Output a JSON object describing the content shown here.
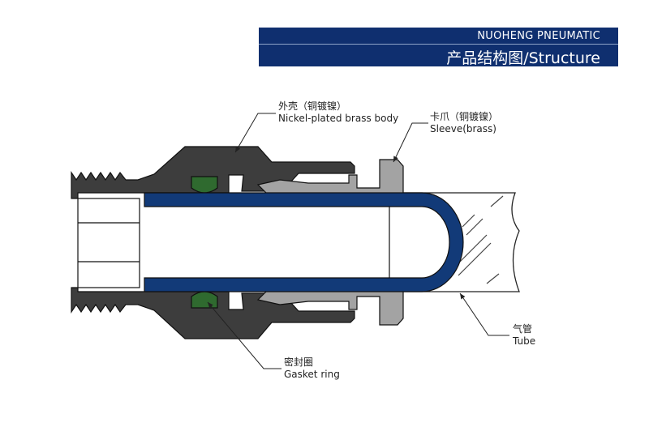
{
  "header": {
    "brand": "NUOHENG PNEUMATIC",
    "title": "产品结构图/Structure"
  },
  "labels": {
    "body": {
      "cn": "外壳（铜镀镍）",
      "en": "Nickel-plated brass body"
    },
    "sleeve": {
      "cn": "卡爪（铜镀镍）",
      "en": "Sleeve(brass)"
    },
    "tube": {
      "cn": "气管",
      "en": "Tube"
    },
    "gasket": {
      "cn": "密封圈",
      "en": "Gasket ring"
    }
  },
  "colors": {
    "banner": "#0f2f6f",
    "body": "#3d3d3d",
    "sleeve": "#a3a3a3",
    "tube": "#123a78",
    "gasket": "#2f6a2f"
  }
}
